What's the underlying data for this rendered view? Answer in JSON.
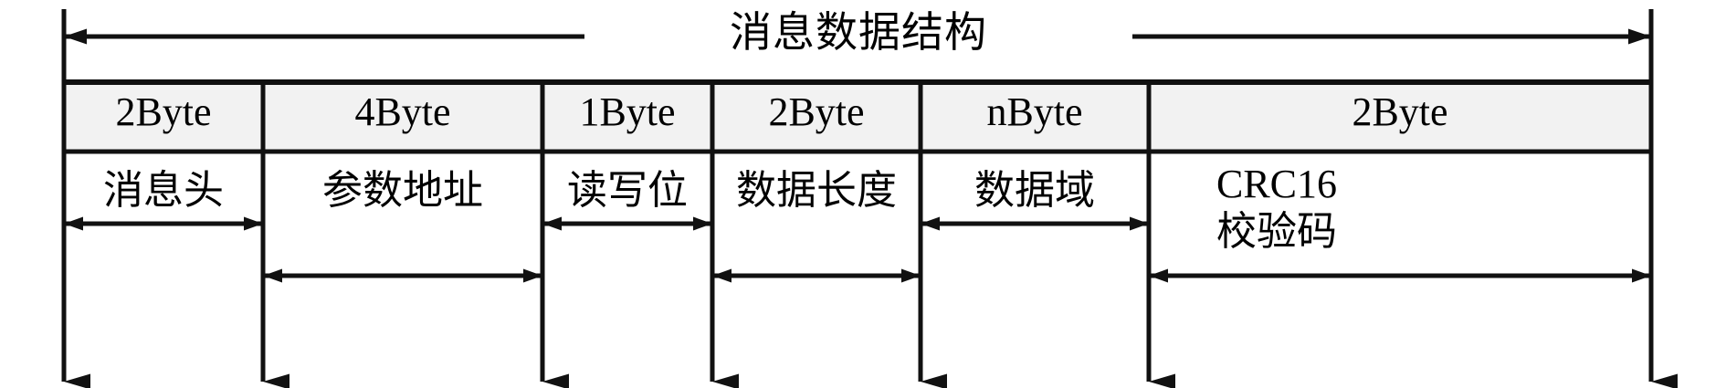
{
  "diagram": {
    "title": "消息数据结构",
    "overall_arrow": {
      "name": "message-data-structure-span-arrow",
      "direction": "double"
    },
    "columns": [
      {
        "size": "2Byte",
        "field": "消息头",
        "field_line2": ""
      },
      {
        "size": "4Byte",
        "field": "参数地址",
        "field_line2": ""
      },
      {
        "size": "1Byte",
        "field": "读写位",
        "field_line2": ""
      },
      {
        "size": "2Byte",
        "field": "数据长度",
        "field_line2": ""
      },
      {
        "size": "nByte",
        "field": "数据域",
        "field_line2": ""
      },
      {
        "size": "2Byte",
        "field": "CRC16",
        "field_line2": "校验码"
      }
    ],
    "colors": {
      "line": "#111111",
      "header_fill": "#f2f2f2",
      "body_fill": "#ffffff",
      "text": "#000000"
    }
  }
}
